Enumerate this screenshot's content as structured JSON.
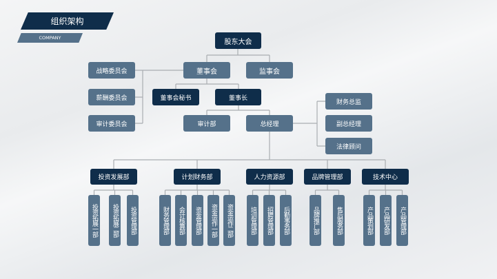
{
  "header": {
    "title": "组织架构",
    "subtitle": "COMPANY"
  },
  "top": {
    "shareholders": "股东大会",
    "board": "董事会",
    "supervisors": "监事会",
    "strategy": "战略委员会",
    "salary": "薪酬委员会",
    "audit_committee": "审计委员会",
    "secretary": "董事会秘书",
    "chairman": "董事长",
    "audit_dept": "审计部",
    "gm": "总经理",
    "cfo": "财务总监",
    "vgm": "副总经理",
    "legal": "法律顾问"
  },
  "departments": [
    {
      "name": "投资发展部",
      "subs": [
        "投资拓展一部",
        "投资拓展二部",
        "投资管理部"
      ]
    },
    {
      "name": "计划财务部",
      "subs": [
        "财务管理部",
        "会计核算部",
        "资金管理部",
        "资金运作一部",
        "资金运作二部"
      ]
    },
    {
      "name": "人力资源部",
      "subs": [
        "培训管理部",
        "招聘管理部",
        "后勤事务部"
      ]
    },
    {
      "name": "品牌管理部",
      "subs": [
        "品牌推广部",
        "售后服务部"
      ]
    },
    {
      "name": "技术中心",
      "subs": [
        "产品策划部",
        "产品研发部",
        "产品管理部"
      ]
    }
  ],
  "colors": {
    "dark": "#0f2d4a",
    "mid": "#55718a",
    "line": "#a9adb1"
  }
}
